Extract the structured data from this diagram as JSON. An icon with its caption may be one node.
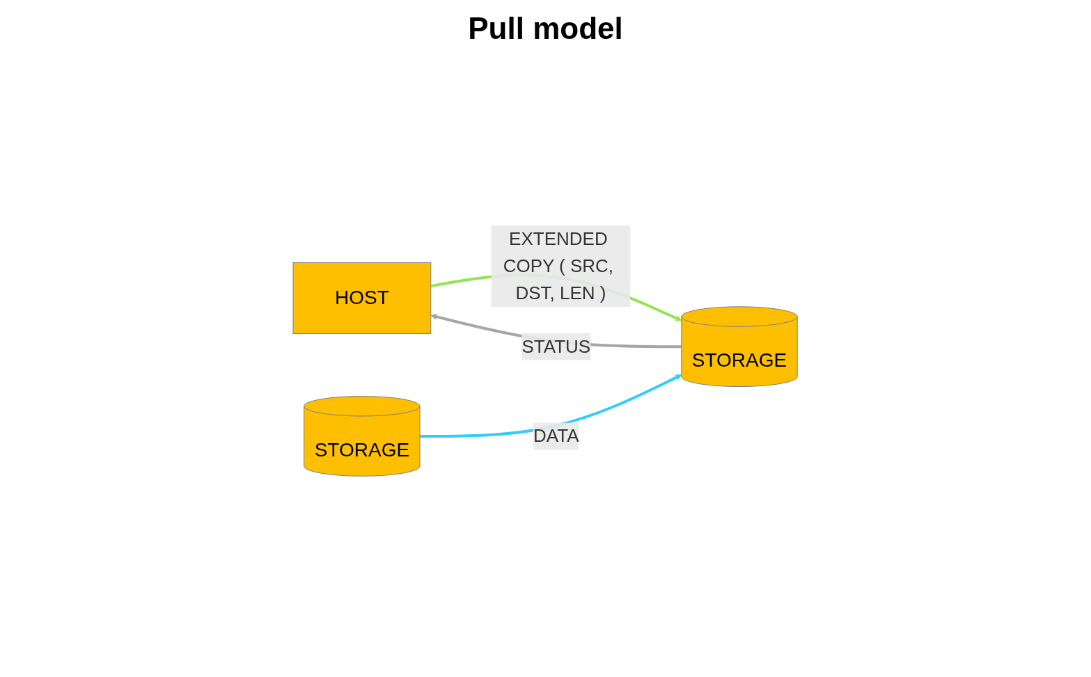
{
  "diagram": {
    "title": "Pull model",
    "nodes": [
      {
        "text": [
          "HOST"
        ]
      },
      {
        "text": [
          "STORAGE"
        ]
      },
      {
        "text": [
          "STORAGE"
        ]
      }
    ],
    "edges": [
      {
        "from": 0,
        "to": 1,
        "arrow": "to",
        "label": "EXTENDED COPY ( SRC, DST, LEN )",
        "color": "#92e550"
      },
      {
        "from": 1,
        "to": 0,
        "arrow": "to",
        "label": "STATUS",
        "color": "#a6a6a6"
      },
      {
        "from": 2,
        "to": 1,
        "arrow": "to",
        "label": "DATA",
        "color": "#33ccff"
      }
    ]
  }
}
